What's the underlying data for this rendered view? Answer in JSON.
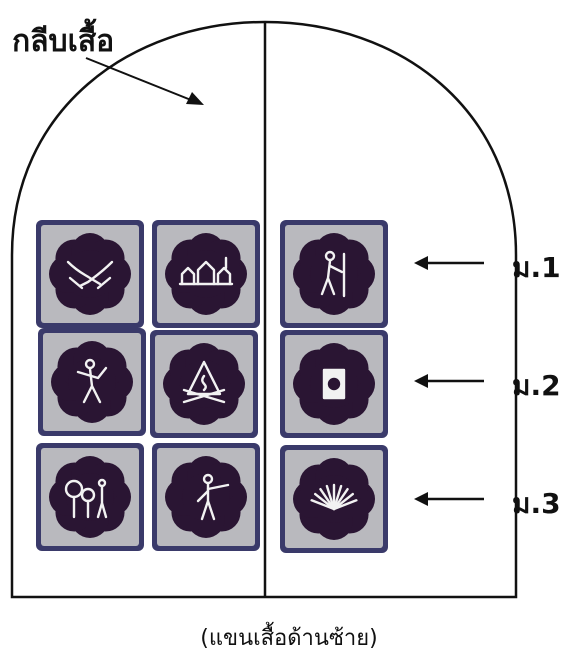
{
  "labels": {
    "sleeve_part": "กลีบเสื้อ",
    "caption": "(แขนเสื้อด้านซ้าย)"
  },
  "levels": [
    {
      "label": "ม.1"
    },
    {
      "label": "ม.2"
    },
    {
      "label": "ม.3"
    }
  ],
  "badges": [
    {
      "row": 1,
      "column": "left",
      "icon": "handshake-icon"
    },
    {
      "row": 1,
      "column": "left",
      "icon": "village-icon"
    },
    {
      "row": 1,
      "column": "right",
      "icon": "hiker-with-staff-icon"
    },
    {
      "row": 2,
      "column": "left",
      "icon": "person-carrying-icon"
    },
    {
      "row": 2,
      "column": "left",
      "icon": "campfire-icon"
    },
    {
      "row": 2,
      "column": "right",
      "icon": "emblem-icon"
    },
    {
      "row": 3,
      "column": "left",
      "icon": "trees-and-person-icon"
    },
    {
      "row": 3,
      "column": "left",
      "icon": "person-pointing-icon"
    },
    {
      "row": 3,
      "column": "right",
      "icon": "plant-icon"
    }
  ],
  "colors": {
    "badge_dark": "#2a1533",
    "badge_light": "#b9b9be",
    "badge_border": "#3a3a6a",
    "outline": "#111111"
  }
}
